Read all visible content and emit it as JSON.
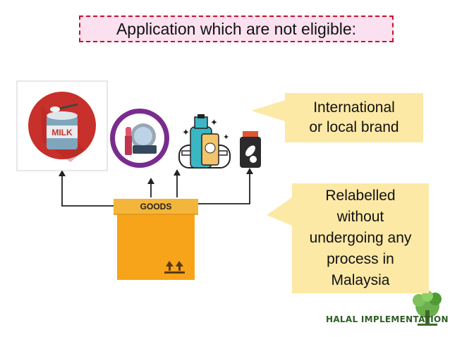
{
  "title": "Application which are not eligible:",
  "callouts": {
    "brand": "International\nor local brand",
    "relabelled": "Relabelled\nwithout\nundergoing any\nprocess in\nMalaysia"
  },
  "box": {
    "label": "GOODS"
  },
  "milk": {
    "label": "MILK"
  },
  "footer": {
    "text": "HALAL IMPLEMENTATION"
  },
  "colors": {
    "title_bg": "#fbe0ef",
    "title_border": "#c8102e",
    "callout_bg": "#fde9a6",
    "box": "#f7a41a",
    "footer": "#2e5e25"
  },
  "icons": [
    "milk-can-icon",
    "makeup-compact-icon",
    "skincare-products-icon",
    "medicine-bottle-icon",
    "this-side-up-icon",
    "tree-logo-icon"
  ]
}
